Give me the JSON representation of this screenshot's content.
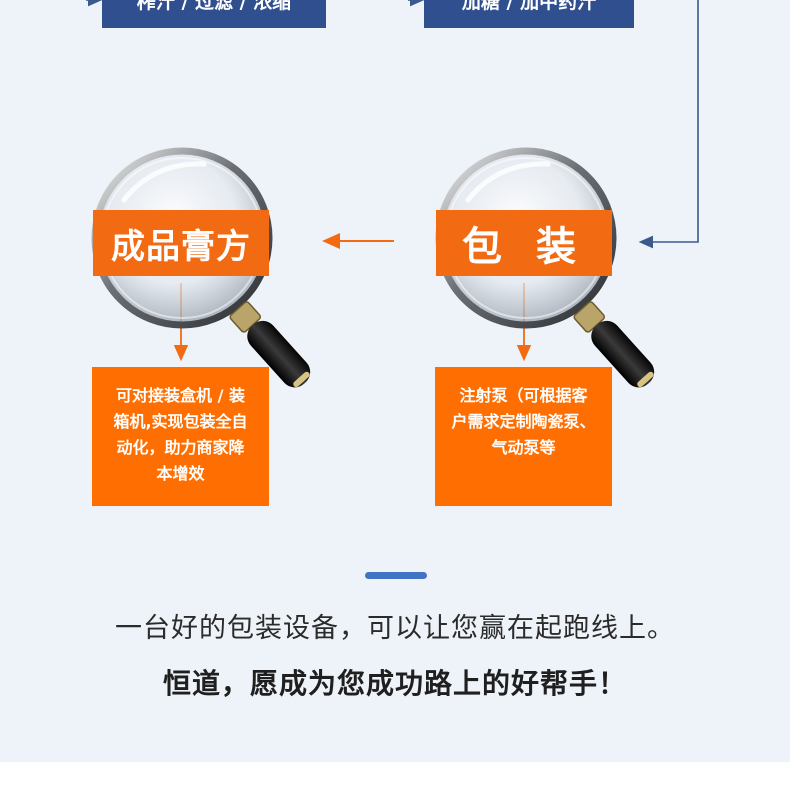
{
  "top_steps": {
    "left": "榨汁 / 过滤 / 浓缩",
    "right": "加糖 / 加中药汁"
  },
  "stages": {
    "left_label": "成品膏方",
    "right_label": "包 装"
  },
  "descriptions": {
    "left_lines": [
      "可对接装盒机 / 装",
      "箱机,实现包装全自",
      "动化，助力商家降",
      "本增效"
    ],
    "right_lines": [
      "注射泵（可根据客",
      "户需求定制陶瓷泵、",
      "气动泵等"
    ]
  },
  "footer": {
    "line1": "一台好的包装设备，可以让您赢在起跑线上。",
    "line2": "恒道，愿成为您成功路上的好帮手！"
  },
  "colors": {
    "background": "#eef3f9",
    "step_blue": "#2f4f8f",
    "orange": "#ff6e00",
    "arrow_orange": "#f26a12",
    "line_blue": "#3b5a8c",
    "divider_blue": "#4472c4"
  }
}
